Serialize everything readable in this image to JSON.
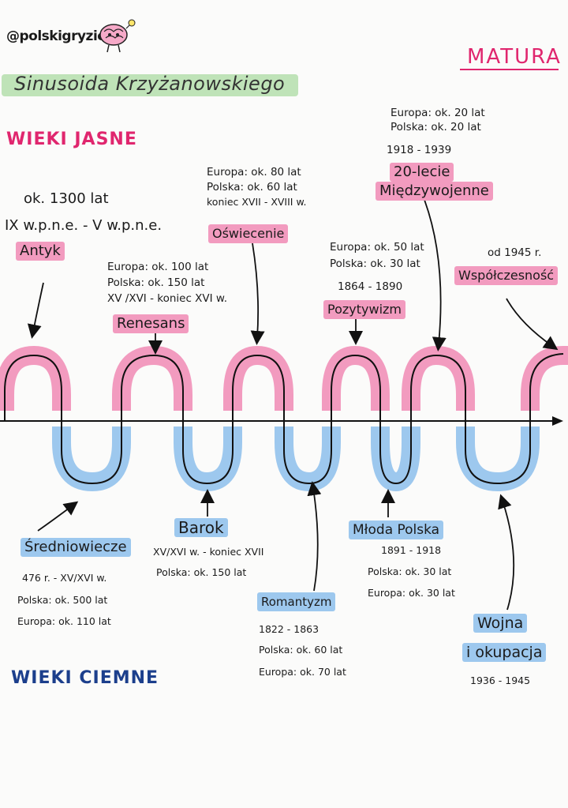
{
  "header": {
    "handle": "@polskigryzie",
    "badge": "MATURA",
    "title": "Sinusoida Krzyżanowskiego"
  },
  "headings": {
    "bright_ages": "WIEKI JASNE",
    "dark_ages": "WIEKI CIEMNE"
  },
  "epochs_top": {
    "antyk": {
      "label": "Antyk",
      "info": [
        "ok. 1300 lat",
        "IX w.p.n.e. - V w.p.n.e."
      ]
    },
    "renesans": {
      "label": "Renesans",
      "info": [
        "Europa: ok. 100 lat",
        "Polska: ok. 150 lat",
        "XV /XVI - koniec XVI w."
      ]
    },
    "oswiecenie": {
      "label": "Oświecenie",
      "info": [
        "Europa: ok. 80 lat",
        "Polska: ok. 60 lat",
        "koniec XVII - XVIII w."
      ]
    },
    "pozytywizm": {
      "label": "Pozytywizm",
      "info": [
        "Europa: ok. 50 lat",
        "Polska: ok. 30 lat",
        "1864 - 1890"
      ]
    },
    "dwudziestolecie": {
      "label_1": "20-lecie",
      "label_2": "Międzywojenne",
      "info": [
        "Europa: ok. 20 lat",
        "Polska: ok. 20 lat",
        "1918 - 1939"
      ]
    },
    "wspolczesnosc": {
      "label": "Współczesność",
      "info": [
        "od 1945 r."
      ]
    }
  },
  "epochs_bottom": {
    "sredniowiecze": {
      "label": "Średniowiecze",
      "info": [
        "476 r. - XV/XVI w.",
        "Polska: ok. 500 lat",
        "Europa: ok. 110 lat"
      ]
    },
    "barok": {
      "label": "Barok",
      "info": [
        "XV/XVI w. - koniec XVII",
        "Polska: ok. 150 lat"
      ]
    },
    "romantyzm": {
      "label": "Romantyzm",
      "info": [
        "1822 - 1863",
        "Polska: ok. 60 lat",
        "Europa: ok. 70 lat"
      ]
    },
    "mloda_polska": {
      "label": "Młoda Polska",
      "info": [
        "1891 - 1918",
        "Polska: ok. 30 lat",
        "Europa: ok. 30 lat"
      ]
    },
    "wojna": {
      "label_1": "Wojna",
      "label_2": "i okupacja",
      "info": [
        "1936 - 1945"
      ]
    }
  },
  "colors": {
    "bright": "#f29bbf",
    "dark": "#9dc8ee",
    "accent_pink": "#e0266e",
    "accent_navy": "#1c3f8c",
    "title_highlight": "#bfe3b8"
  }
}
